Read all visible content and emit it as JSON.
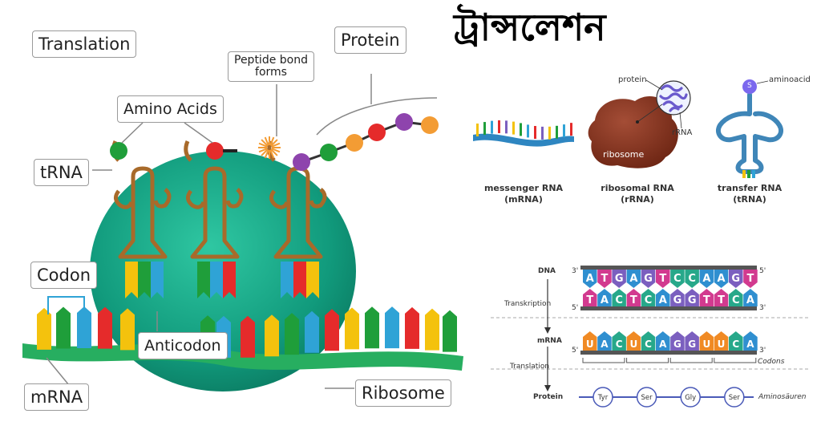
{
  "left_diagram": {
    "labels": {
      "translation": "Translation",
      "peptide_bond": "Peptide bond forms",
      "protein": "Protein",
      "amino_acids": "Amino Acids",
      "trna": "tRNA",
      "codon": "Codon",
      "anticodon": "Anticodon",
      "mrna": "mRNA",
      "ribosome": "Ribosome"
    },
    "amino_acid_chain_colors": [
      "#8e44ad",
      "#1f9e3a",
      "#f39c34",
      "#e52b2b",
      "#8e44ad",
      "#f39c34"
    ],
    "ribosome_color": "#14a085",
    "mrna_color": "#27ae60"
  },
  "title_bengali": "ট্রান্সলেশন",
  "rna_types": {
    "protein_label": "protein",
    "rrna_label": "rRNA",
    "ribosome_label": "ribosome",
    "aminoacid_label": "aminoacid",
    "s_label": "S",
    "messenger": {
      "line1": "messenger RNA",
      "line2": "(mRNA)"
    },
    "ribosomal": {
      "line1": "ribosomal RNA",
      "line2": "(rRNA)"
    },
    "transfer": {
      "line1": "transfer RNA",
      "line2": "(tRNA)"
    }
  },
  "dna_diagram": {
    "dna_label": "DNA",
    "transcription_label": "Transkription",
    "mrna_label": "mRNA",
    "translation_label": "Translation",
    "protein_label": "Protein",
    "codons_label": "Codons",
    "amino_label": "Aminosäuren",
    "prime3": "3'",
    "prime5": "5'",
    "dna_top": [
      "A",
      "T",
      "G",
      "A",
      "G",
      "T",
      "C",
      "C",
      "A",
      "A",
      "G",
      "T"
    ],
    "dna_bottom": [
      "T",
      "A",
      "C",
      "T",
      "C",
      "A",
      "G",
      "G",
      "T",
      "T",
      "C",
      "A"
    ],
    "mrna_seq": [
      "U",
      "A",
      "C",
      "U",
      "C",
      "A",
      "G",
      "G",
      "U",
      "U",
      "C",
      "A"
    ],
    "amino_acids": [
      "Tyr",
      "Ser",
      "Gly",
      "Ser"
    ],
    "base_colors": {
      "A": "#2f8fd0",
      "T": "#d23a8f",
      "G": "#7b5fbf",
      "C": "#27a88a",
      "U": "#f08a24"
    }
  }
}
